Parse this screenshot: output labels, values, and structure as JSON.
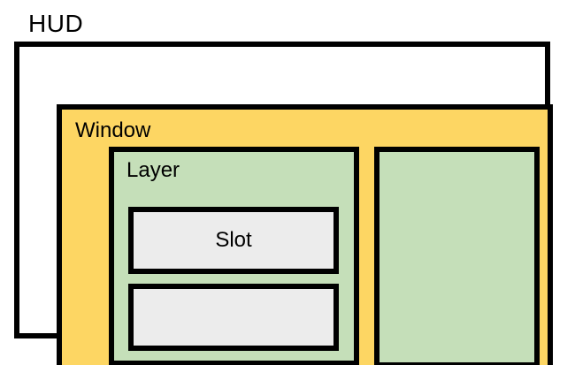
{
  "diagram": {
    "hud_label": "HUD",
    "window_label": "Window",
    "layer_label": "Layer",
    "slot_label": "Slot",
    "colors": {
      "window-fill": "#FDD663",
      "layer-fill": "#C5DFB9",
      "slot-fill": "#ECECEC",
      "border": "#000000",
      "background": "#FFFFFF"
    }
  }
}
